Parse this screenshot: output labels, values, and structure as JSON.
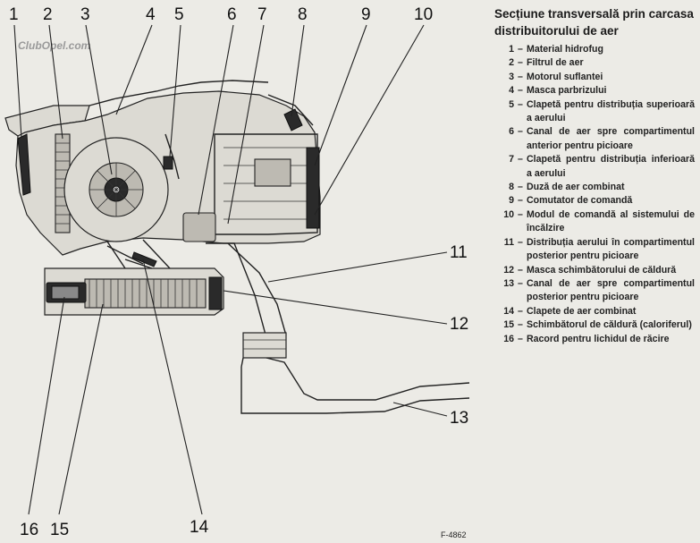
{
  "watermark": "ClubOpel.com",
  "figure_code": "F-4862",
  "legend": {
    "title": "Secțiune transversală prin carcasa distribuitorului de aer",
    "items": [
      {
        "num": "1",
        "text": "Material hidrofug"
      },
      {
        "num": "2",
        "text": "Filtrul de aer"
      },
      {
        "num": "3",
        "text": "Motorul suflantei"
      },
      {
        "num": "4",
        "text": "Masca parbrizului"
      },
      {
        "num": "5",
        "text": "Clapetă pentru distribuția superioară a aerului"
      },
      {
        "num": "6",
        "text": "Canal de aer spre compartimentul anterior pentru picioare"
      },
      {
        "num": "7",
        "text": "Clapetă pentru distribuția inferioară a aerului"
      },
      {
        "num": "8",
        "text": "Duză de aer combinat"
      },
      {
        "num": "9",
        "text": "Comutator de comandă"
      },
      {
        "num": "10",
        "text": "Modul de comandă al sistemului de încălzire"
      },
      {
        "num": "11",
        "text": "Distribuția aerului în compartimentul posterior pentru picioare"
      },
      {
        "num": "12",
        "text": "Masca schimbătorului de căldură"
      },
      {
        "num": "13",
        "text": "Canal de aer spre compartimentul posterior pentru picioare"
      },
      {
        "num": "14",
        "text": "Clapete de aer combinat"
      },
      {
        "num": "15",
        "text": "Schimbătorul de căldură (caloriferul)"
      },
      {
        "num": "16",
        "text": "Racord pentru lichidul de răcire"
      }
    ]
  },
  "callouts": [
    "1",
    "2",
    "3",
    "4",
    "5",
    "6",
    "7",
    "8",
    "9",
    "10",
    "11",
    "12",
    "13",
    "14",
    "15",
    "16"
  ]
}
